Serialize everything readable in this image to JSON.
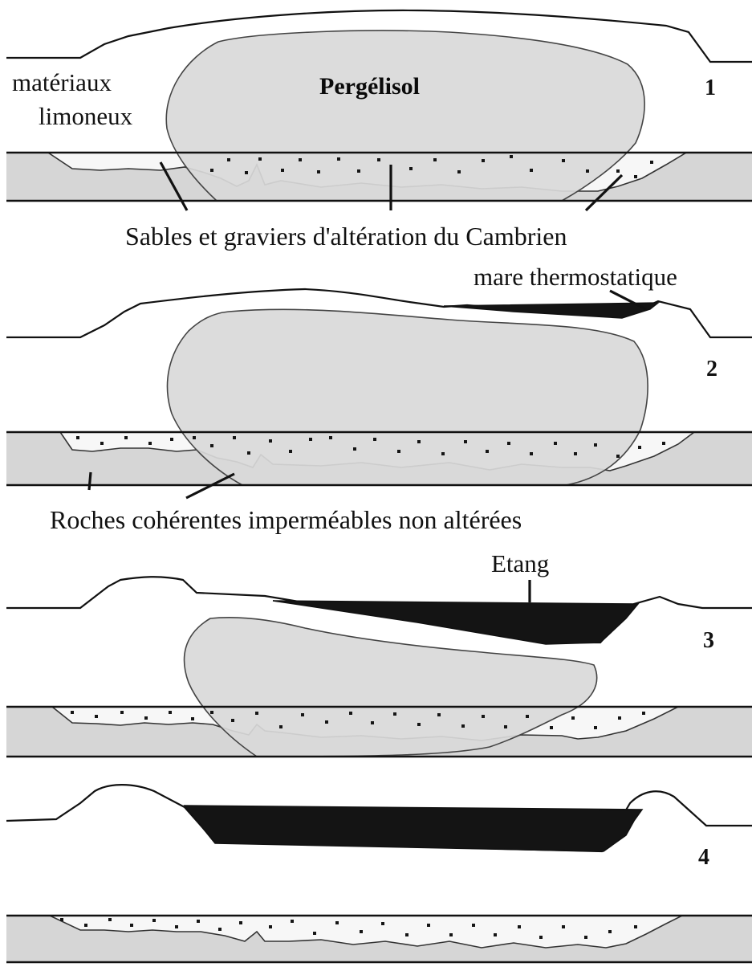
{
  "labels": {
    "permafrost": "Pergélisol",
    "silty_material_line1": "matériaux",
    "silty_material_line2": "limoneux",
    "weathered_sands": "Sables et graviers d'altération du Cambrien",
    "thermokarst_pond": "mare thermostatique",
    "impermeable_rocks": "Roches cohérentes imperméables non altérées",
    "pond": "Etang"
  },
  "stages": [
    {
      "number": "1"
    },
    {
      "number": "2"
    },
    {
      "number": "3"
    },
    {
      "number": "4"
    }
  ],
  "colors": {
    "rock_layer": "#d6d6d6",
    "permafrost": "#d9d9d9",
    "water": "#141414",
    "outline": "#111111"
  }
}
